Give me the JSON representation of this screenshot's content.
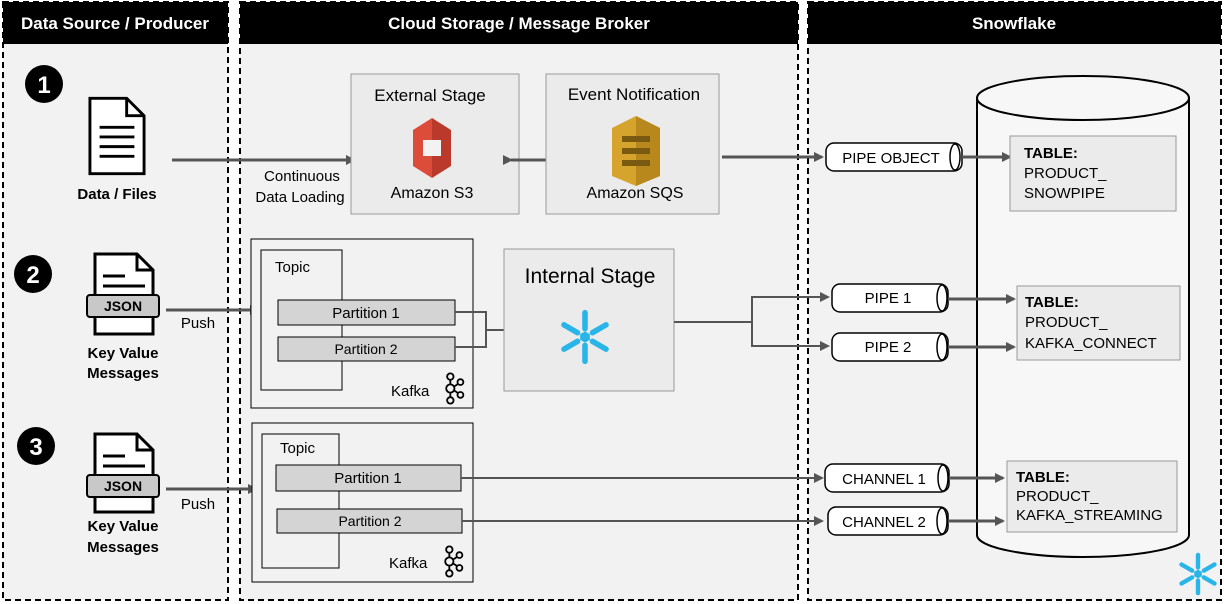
{
  "columns": {
    "source": "Data Source / Producer",
    "broker": "Cloud Storage / Message Broker",
    "snowflake": "Snowflake"
  },
  "steps": [
    "1",
    "2",
    "3"
  ],
  "source": {
    "files_label": "Data / Files",
    "json_label": "JSON",
    "kv_line1": "Key Value",
    "kv_line2": "Messages",
    "push": "Push"
  },
  "flow1": {
    "continuous_line1": "Continuous",
    "continuous_line2": "Data Loading",
    "external_stage": "External Stage",
    "s3_label": "Amazon S3",
    "event_notification": "Event Notification",
    "sqs_label": "Amazon SQS",
    "pipe": "PIPE OBJECT",
    "table_title": "TABLE:",
    "table_line1": "PRODUCT_",
    "table_line2": "SNOWPIPE"
  },
  "flow2": {
    "topic": "Topic",
    "partition1": "Partition 1",
    "partition2": "Partition 2",
    "kafka": "Kafka",
    "internal_stage": "Internal Stage",
    "pipe1": "PIPE 1",
    "pipe2": "PIPE 2",
    "table_title": "TABLE:",
    "table_line1": "PRODUCT_",
    "table_line2": "KAFKA_CONNECT"
  },
  "flow3": {
    "topic": "Topic",
    "partition1": "Partition 1",
    "partition2": "Partition 2",
    "kafka": "Kafka",
    "channel1": "CHANNEL 1",
    "channel2": "CHANNEL 2",
    "table_title": "TABLE:",
    "table_line1": "PRODUCT_",
    "table_line2": "KAFKA_STREAMING"
  },
  "colors": {
    "s3": "#dd4b39",
    "sqs": "#d6a42d",
    "snowflake": "#29b5e8",
    "arrow": "#555555",
    "panel": "#f2f2f2"
  },
  "icons": [
    "document-icon",
    "json-document-icon",
    "amazon-s3-icon",
    "amazon-sqs-icon",
    "snowflake-icon",
    "kafka-icon"
  ]
}
